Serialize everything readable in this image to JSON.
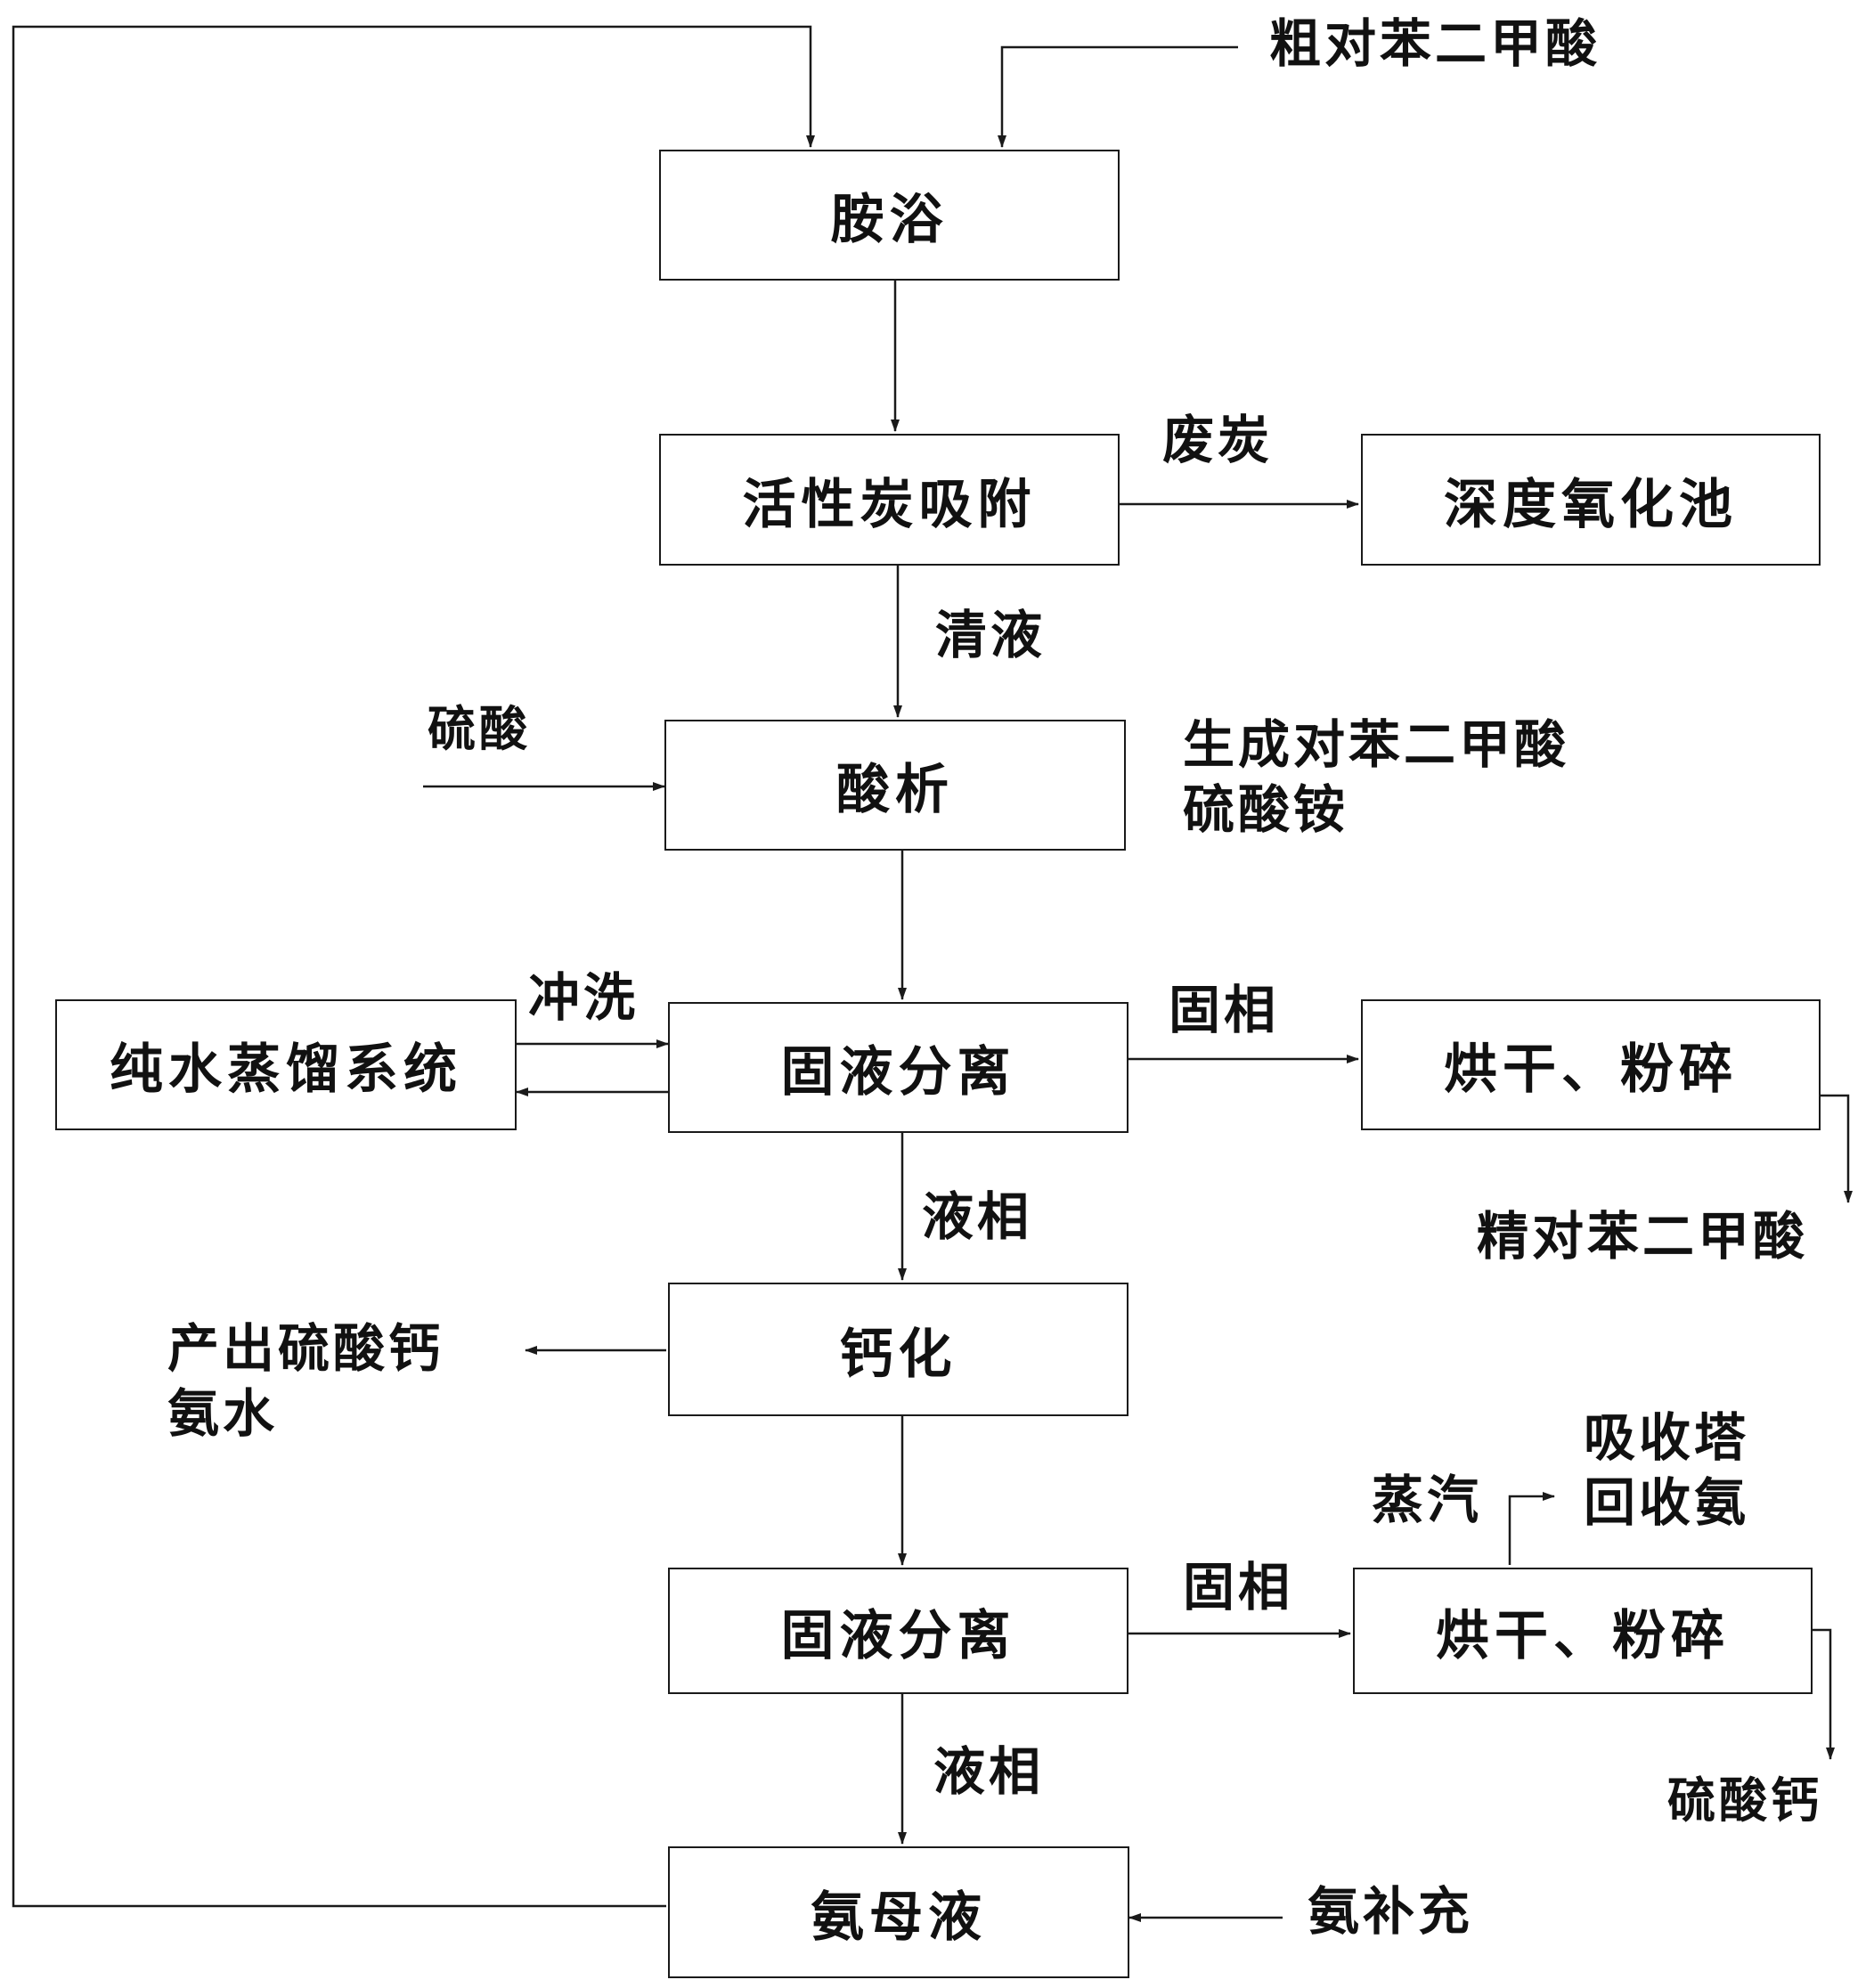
{
  "nodes": {
    "amine_bath": "胺浴",
    "activated_carbon": "活性炭吸附",
    "deep_oxidation": "深度氧化池",
    "acid_precipitation": "酸析",
    "pure_water_system": "纯水蒸馏系统",
    "sl_separation_1": "固液分离",
    "dry_crush_1": "烘干、粉碎",
    "calcification": "钙化",
    "sl_separation_2": "固液分离",
    "dry_crush_2": "烘干、粉碎",
    "ammonia_mother_liquor": "氨母液"
  },
  "labels": {
    "crude_pta": "粗对苯二甲酸",
    "waste_carbon": "废炭",
    "clear_liquid": "清液",
    "sulfuric_acid": "硫酸",
    "product_line1": "生成对苯二甲酸",
    "product_line2": "硫酸铵",
    "rinse": "冲洗",
    "solid_phase_1": "固相",
    "refined_pta": "精对苯二甲酸",
    "liquid_phase_1": "液相",
    "output_line1": "产出硫酸钙",
    "output_line2": "氨水",
    "steam": "蒸汽",
    "absorb_line1": "吸收塔",
    "absorb_line2": "回收氨",
    "solid_phase_2": "固相",
    "liquid_phase_2": "液相",
    "calcium_sulfate": "硫酸钙",
    "ammonia_supplement": "氨补充"
  }
}
